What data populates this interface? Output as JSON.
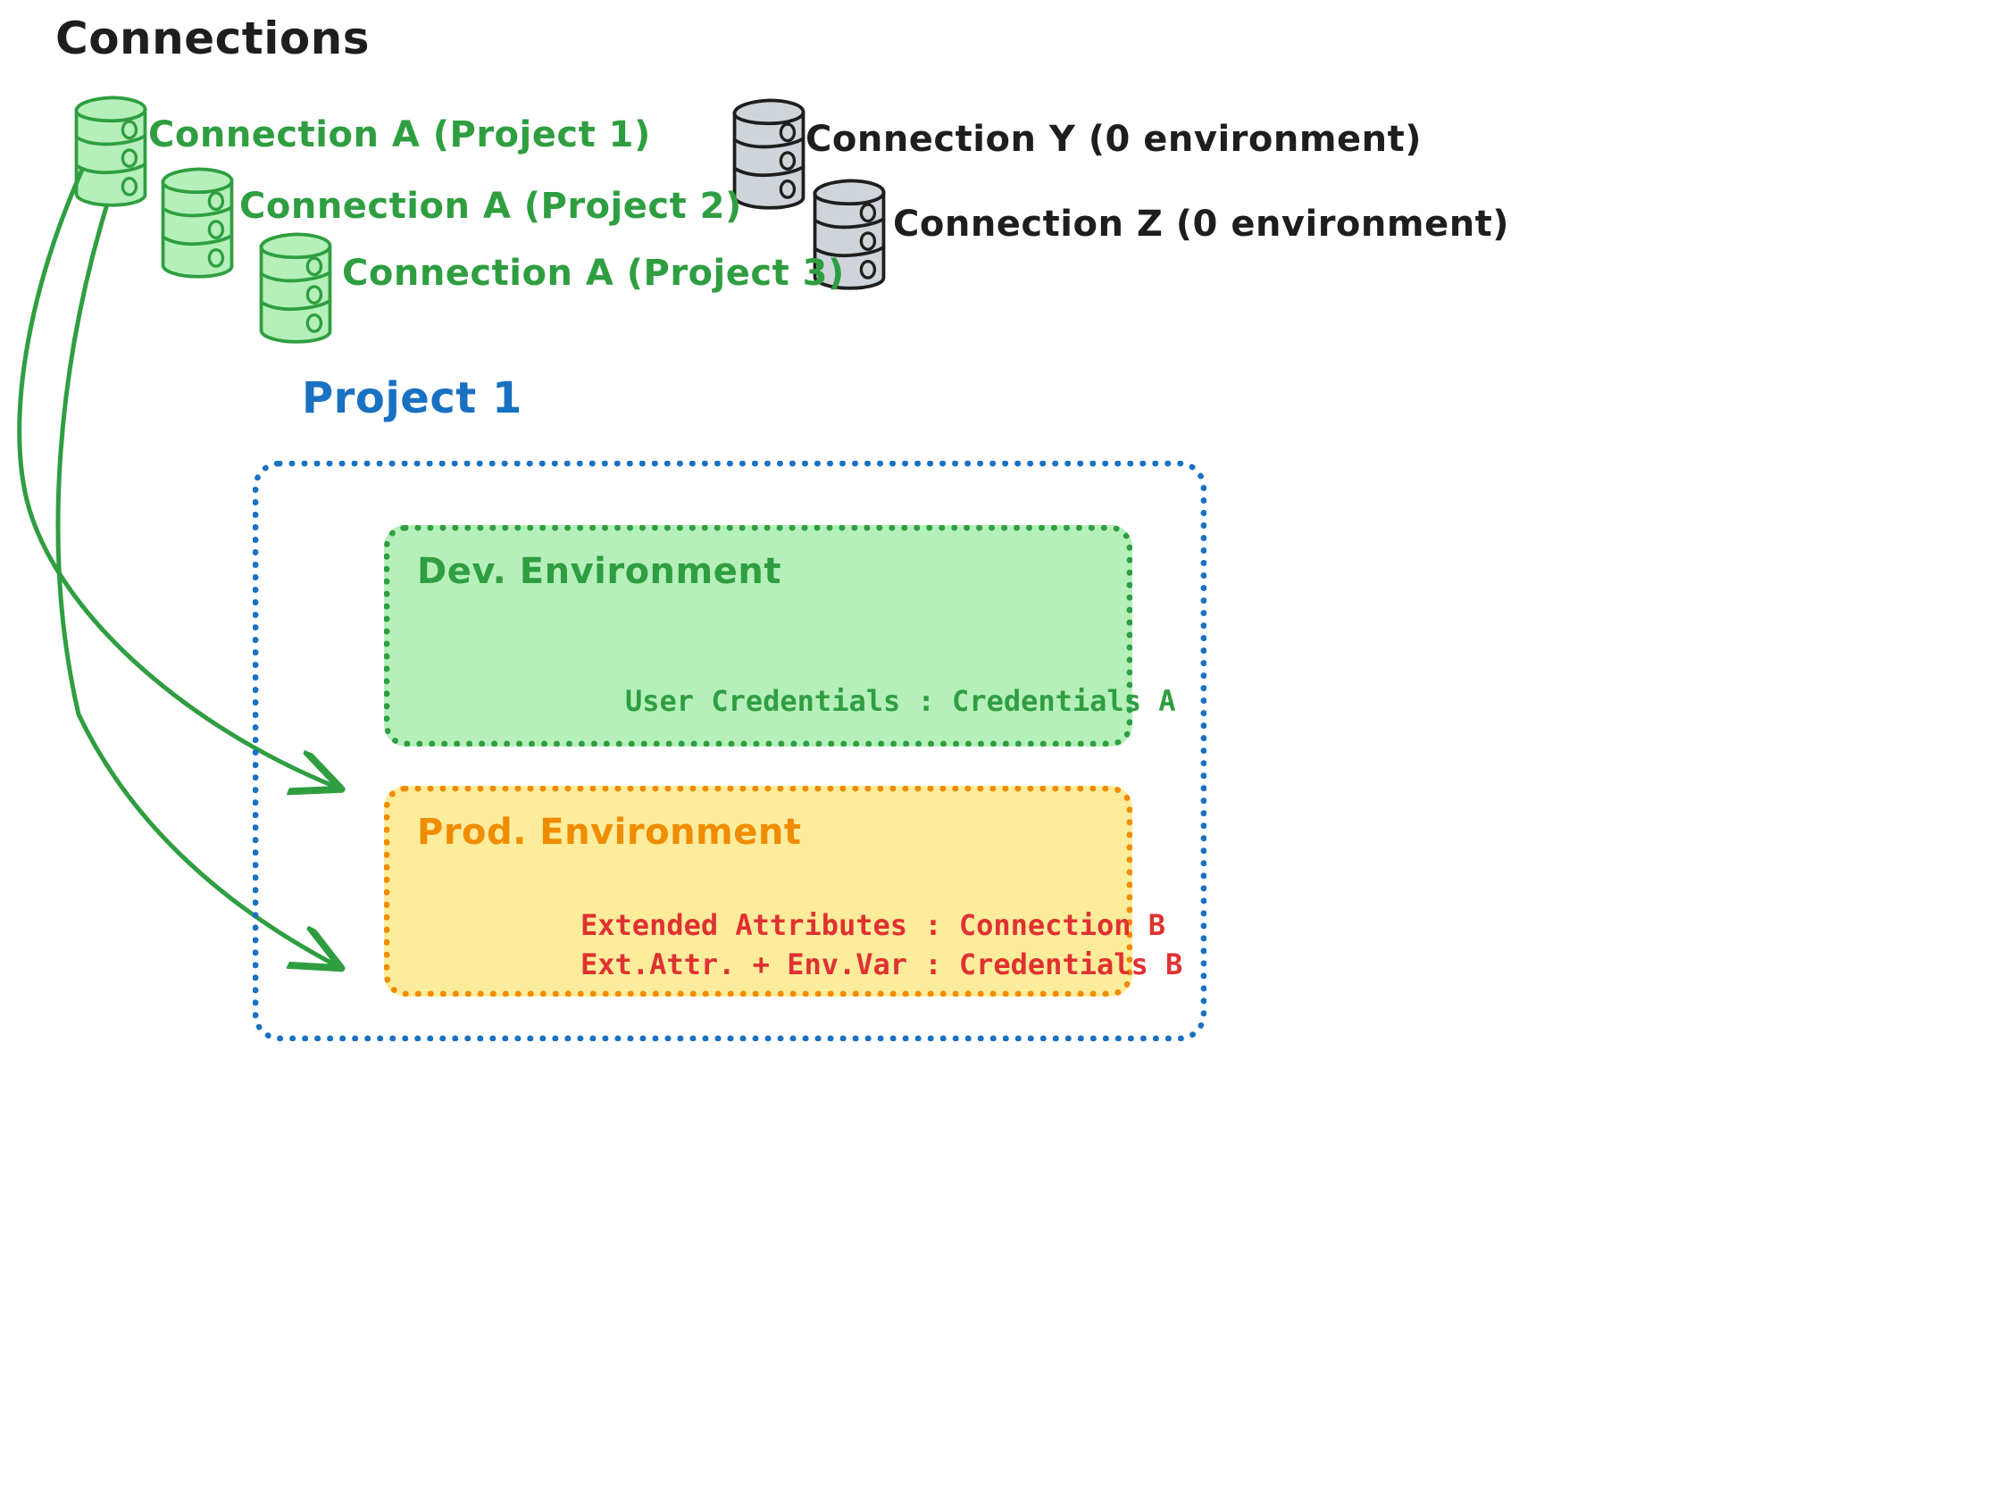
{
  "page": {
    "title": "Connections",
    "background_color": "#ffffff"
  },
  "colors": {
    "green_stroke": "#2f9e41",
    "green_fill": "#b5f0ba",
    "gray_stroke": "#1e1e1e",
    "gray_fill": "#ced4da",
    "blue": "#1971c2",
    "orange": "#f08c00",
    "yellow_fill": "#fdec9c",
    "red": "#e03131",
    "black": "#1e1e1e"
  },
  "connections": [
    {
      "id": "conn-a-project-1",
      "label": "Connection A (Project 1)",
      "icon": "database-cylinder-icon",
      "color": "green"
    },
    {
      "id": "conn-a-project-2",
      "label": "Connection A (Project 2)",
      "icon": "database-cylinder-icon",
      "color": "green"
    },
    {
      "id": "conn-a-project-3",
      "label": "Connection A (Project 3)",
      "icon": "database-cylinder-icon",
      "color": "green"
    },
    {
      "id": "conn-y",
      "label": "Connection Y (0 environment)",
      "icon": "database-cylinder-icon",
      "color": "gray"
    },
    {
      "id": "conn-z",
      "label": "Connection Z (0 environment)",
      "icon": "database-cylinder-icon",
      "color": "gray"
    }
  ],
  "project": {
    "title": "Project 1",
    "environments": [
      {
        "id": "dev",
        "title": "Dev. Environment",
        "lines": [
          "User Credentials : Credentials A"
        ]
      },
      {
        "id": "prod",
        "title": "Prod. Environment",
        "lines": [
          "Extended Attributes : Connection B",
          "Ext.Attr. + Env.Var : Credentials B"
        ]
      }
    ]
  },
  "arrows": [
    {
      "id": "arrow-conn-a-to-dev",
      "from": "conn-a-project-1",
      "to": "dev"
    },
    {
      "id": "arrow-conn-a-to-prod",
      "from": "conn-a-project-1",
      "to": "prod"
    }
  ]
}
